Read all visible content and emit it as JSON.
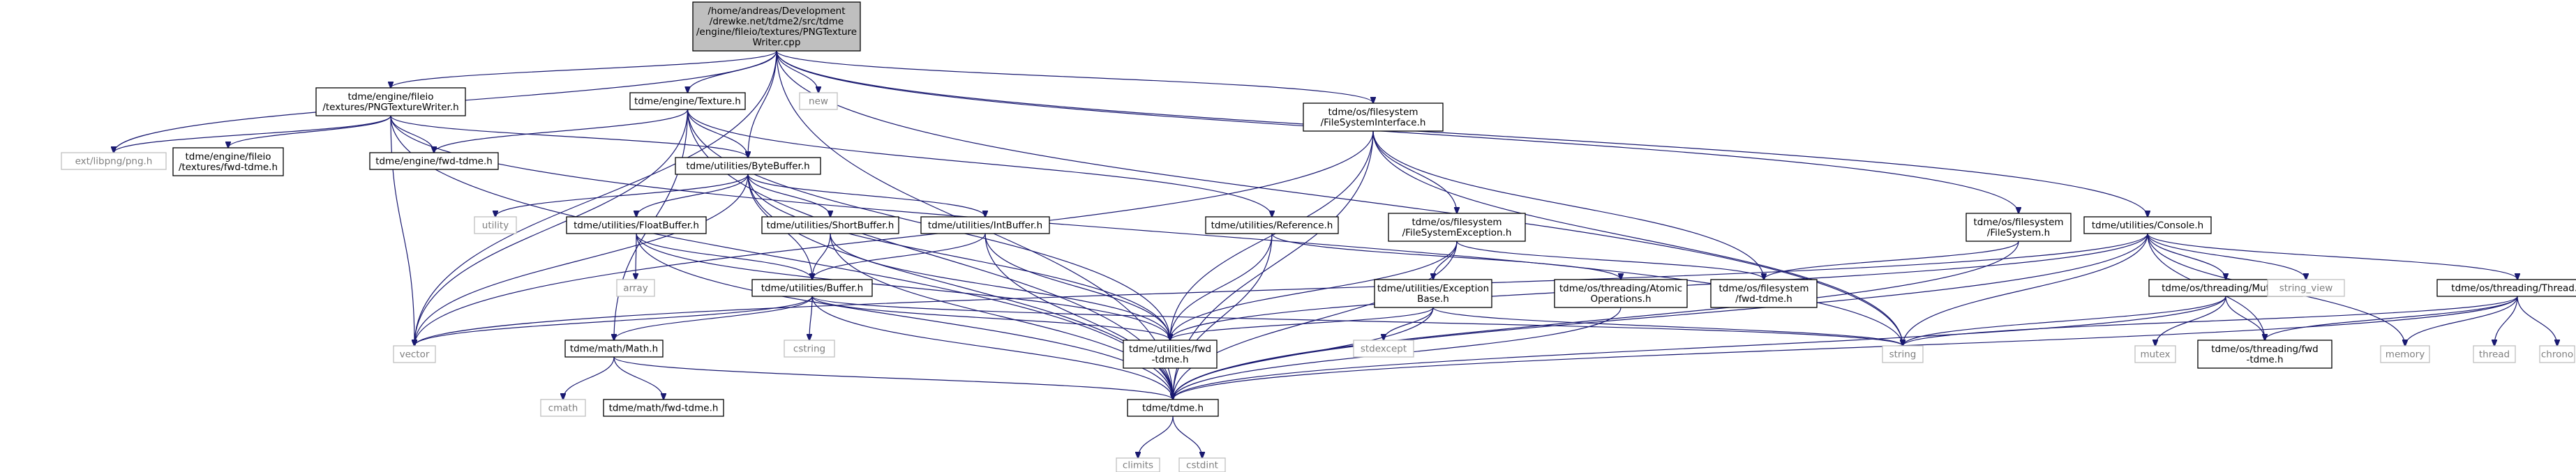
{
  "nodes": {
    "root": [
      "/home/andreas/Development",
      "/drewke.net/tdme2/src/tdme",
      "/engine/fileio/textures/PNGTexture",
      "Writer.cpp"
    ],
    "pngwriter_h": [
      "tdme/engine/fileio",
      "/textures/PNGTextureWriter.h"
    ],
    "texture_h": [
      "tdme/engine/Texture.h"
    ],
    "new": [
      "new"
    ],
    "fsinterface_h": [
      "tdme/os/filesystem",
      "/FileSystemInterface.h"
    ],
    "filesystem_h": [
      "tdme/os/filesystem",
      "/FileSystem.h"
    ],
    "console_h": [
      "tdme/utilities/Console.h"
    ],
    "libpng": [
      "ext/libpng/png.h"
    ],
    "fileio_fwd": [
      "tdme/engine/fileio",
      "/textures/fwd-tdme.h"
    ],
    "engine_fwd": [
      "tdme/engine/fwd-tdme.h"
    ],
    "bytebuffer_h": [
      "tdme/utilities/ByteBuffer.h"
    ],
    "utility": [
      "utility"
    ],
    "floatbuffer_h": [
      "tdme/utilities/FloatBuffer.h"
    ],
    "shortbuffer_h": [
      "tdme/utilities/ShortBuffer.h"
    ],
    "intbuffer_h": [
      "tdme/utilities/IntBuffer.h"
    ],
    "reference_h": [
      "tdme/utilities/Reference.h"
    ],
    "fsexception_h": [
      "tdme/os/filesystem",
      "/FileSystemException.h"
    ],
    "array": [
      "array"
    ],
    "buffer_h": [
      "tdme/utilities/Buffer.h"
    ],
    "exceptionbase_h": [
      "tdme/utilities/Exception",
      "Base.h"
    ],
    "atomic_h": [
      "tdme/os/threading/Atomic",
      "Operations.h"
    ],
    "fs_fwd": [
      "tdme/os/filesystem",
      "/fwd-tdme.h"
    ],
    "mutex_h": [
      "tdme/os/threading/Mutex.h"
    ],
    "thread_h": [
      "tdme/os/threading/Thread.h"
    ],
    "string_view": [
      "string_view"
    ],
    "vector": [
      "vector"
    ],
    "math_h": [
      "tdme/math/Math.h"
    ],
    "cstring": [
      "cstring"
    ],
    "util_fwd": [
      "tdme/utilities/fwd",
      "-tdme.h"
    ],
    "stdexcept": [
      "stdexcept"
    ],
    "string": [
      "string"
    ],
    "mutex": [
      "mutex"
    ],
    "threading_fwd": [
      "tdme/os/threading/fwd",
      "-tdme.h"
    ],
    "memory": [
      "memory"
    ],
    "thread": [
      "thread"
    ],
    "chrono": [
      "chrono"
    ],
    "cmath": [
      "cmath"
    ],
    "math_fwd": [
      "tdme/math/fwd-tdme.h"
    ],
    "tdme_h": [
      "tdme/tdme.h"
    ],
    "climits": [
      "climits"
    ],
    "cstdint": [
      "cstdint"
    ]
  },
  "colors": {
    "edge": "#191970",
    "node_border": "#000000",
    "external_border": "#bfbfbf",
    "external_text": "#7f7f7f",
    "root_fill": "#bfbfbf",
    "node_fill": "#ffffff"
  }
}
